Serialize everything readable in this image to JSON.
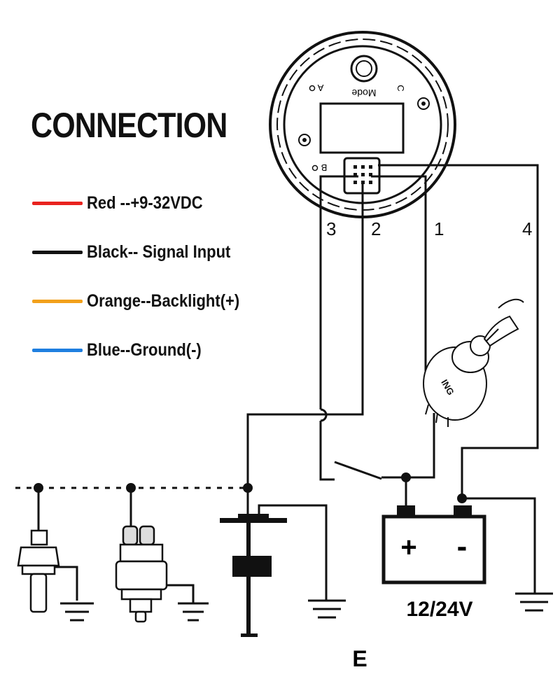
{
  "title": "CONNECTION",
  "legend": [
    {
      "label": "Red --+9-32VDC",
      "color": "#e8231f"
    },
    {
      "label": "Black-- Signal Input",
      "color": "#111111"
    },
    {
      "label": "Orange--Backlight(+)",
      "color": "#f2a11c"
    },
    {
      "label": "Blue--Ground(-)",
      "color": "#1f7fe0"
    }
  ],
  "gauge": {
    "mode_label": "Mode",
    "button_a": "A",
    "button_b": "B",
    "button_c": "C"
  },
  "wire_numbers": [
    "3",
    "2",
    "1",
    "4"
  ],
  "switch_label": "ING",
  "battery": {
    "plus": "+",
    "minus": "-",
    "voltage": "12/24V"
  },
  "ground_label": "E"
}
